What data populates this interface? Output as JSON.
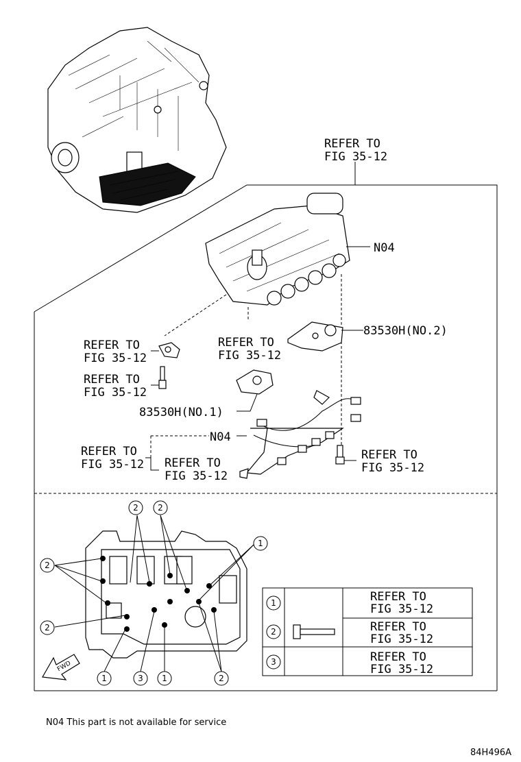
{
  "labels": {
    "refer_top": [
      "REFER TO",
      "FIG 35-12"
    ],
    "n04_top": "N04",
    "part_no2": "83530H(NO.2)",
    "refer_left1": [
      "REFER TO",
      "FIG 35-12"
    ],
    "refer_mid": [
      "REFER TO",
      "FIG 35-12"
    ],
    "refer_left2": [
      "REFER TO",
      "FIG 35-12"
    ],
    "part_no1": "83530H(NO.1)",
    "n04_mid": "N04",
    "refer_left3": [
      "REFER TO",
      "FIG 35-12"
    ],
    "refer_bottom_mid": [
      "REFER TO",
      "FIG 35-12"
    ],
    "refer_right_bolt": [
      "REFER TO",
      "FIG 35-12"
    ]
  },
  "callouts": {
    "c1": "1",
    "c2": "2",
    "c3": "3"
  },
  "fwd": "FWD",
  "legend_table": [
    {
      "num": "1",
      "text": [
        "REFER TO",
        "FIG 35-12"
      ]
    },
    {
      "num": "2",
      "text": [
        "REFER TO",
        "FIG 35-12"
      ]
    },
    {
      "num": "3",
      "text": [
        "REFER TO",
        "FIG 35-12"
      ]
    }
  ],
  "footnote": "N04 This part is not available for service",
  "figure_code": "84H496A"
}
